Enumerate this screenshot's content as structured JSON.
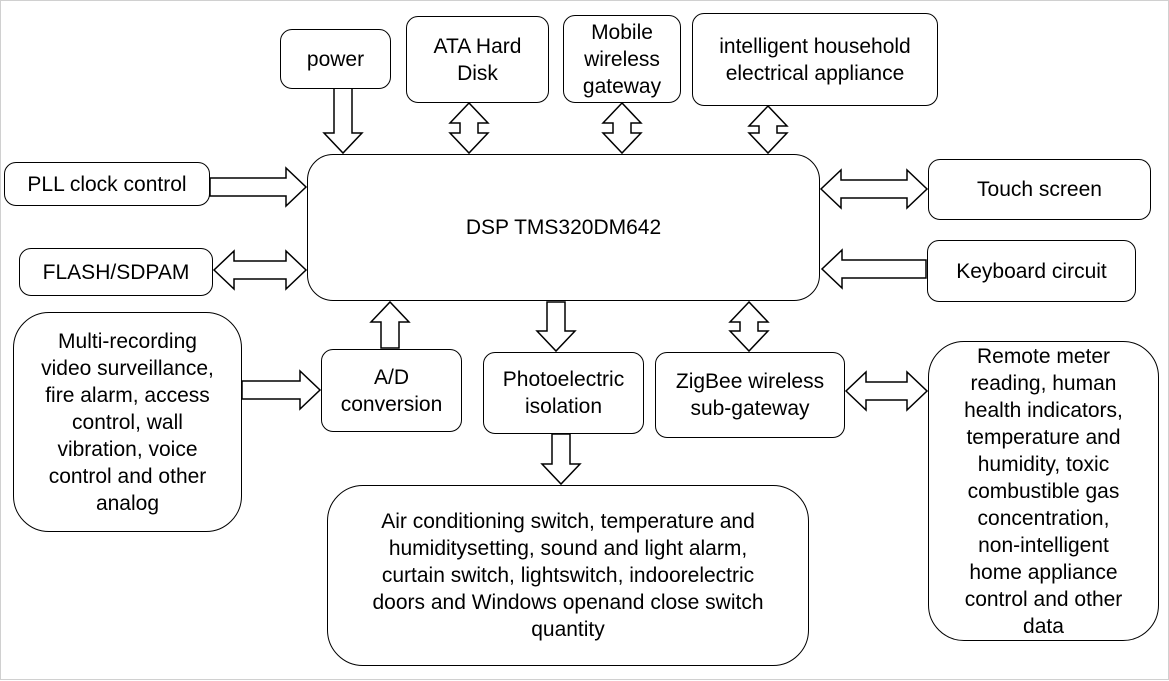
{
  "nodes": {
    "power": "power",
    "ata": "ATA Hard\nDisk",
    "mobile": "Mobile\nwireless\ngateway",
    "household": "intelligent household\nelectrical appliance",
    "pll": "PLL clock control",
    "flash": "FLASH/SDPAM",
    "dsp": "DSP TMS320DM642",
    "touch": "Touch screen",
    "keyboard": "Keyboard circuit",
    "multi": "Multi-recording\nvideo surveillance,\nfire alarm, access\ncontrol, wall\nvibration, voice\ncontrol and other\nanalog",
    "ad": "A/D\nconversion",
    "photo": "Photoelectric\nisolation",
    "zigbee": "ZigBee wireless\nsub-gateway",
    "remote": "Remote meter\nreading, human\nhealth indicators,\ntemperature and\nhumidity, toxic\ncombustible gas\nconcentration,\nnon-intelligent\nhome appliance\ncontrol and other\ndata",
    "air": "Air conditioning switch, temperature and\nhumiditysetting, sound and light alarm,\ncurtain switch, lightswitch, indoorelectric\ndoors and Windows openand close switch\nquantity"
  },
  "edges": [
    {
      "from": "power",
      "to": "dsp",
      "type": "single"
    },
    {
      "from": "ata",
      "to": "dsp",
      "type": "double"
    },
    {
      "from": "mobile",
      "to": "dsp",
      "type": "double"
    },
    {
      "from": "household",
      "to": "dsp",
      "type": "double"
    },
    {
      "from": "pll",
      "to": "dsp",
      "type": "single"
    },
    {
      "from": "flash",
      "to": "dsp",
      "type": "double"
    },
    {
      "from": "dsp",
      "to": "touch",
      "type": "double"
    },
    {
      "from": "keyboard",
      "to": "dsp",
      "type": "single"
    },
    {
      "from": "multi",
      "to": "ad",
      "type": "single"
    },
    {
      "from": "ad",
      "to": "dsp",
      "type": "single"
    },
    {
      "from": "dsp",
      "to": "photo",
      "type": "single"
    },
    {
      "from": "dsp",
      "to": "zigbee",
      "type": "double"
    },
    {
      "from": "photo",
      "to": "air",
      "type": "single"
    },
    {
      "from": "zigbee",
      "to": "remote",
      "type": "double"
    }
  ]
}
